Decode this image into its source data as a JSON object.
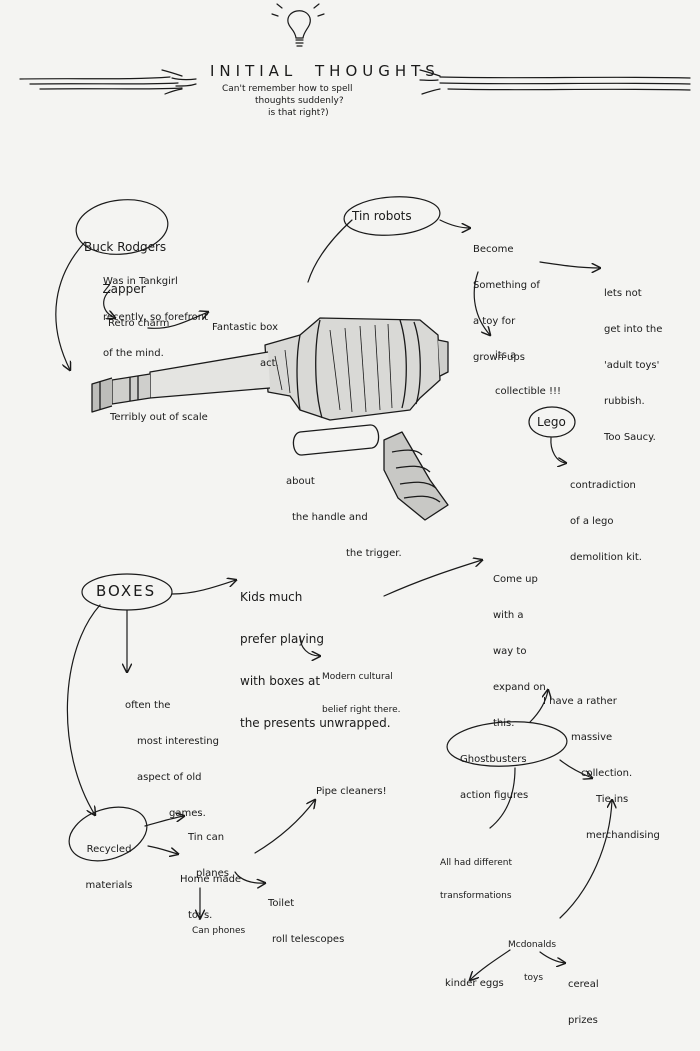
{
  "header": {
    "title_left": "INITIAL",
    "title_right": "THOUGHTS",
    "subtitle_lines": [
      "Can't remember how to spell",
      "thoughts suddenly?",
      "is that right?)"
    ]
  },
  "gun_notes": {
    "buck_rodgers": [
      "Buck Rodgers",
      "Zapper"
    ],
    "tankgirl": [
      "Was in Tankgirl",
      "recently, so forefront",
      "of the mind."
    ],
    "retro_charm": "Retro charm",
    "fantastic_box": [
      "Fantastic box",
      "act."
    ],
    "tin_robots": "Tin robots",
    "become_toy": [
      "Become",
      "Something of",
      "a toy for",
      "grown ups"
    ],
    "adult_toys": [
      "lets not",
      "get into the",
      "'adult toys'",
      "rubbish.",
      "Too Saucy."
    ],
    "collectible": [
      "its a",
      "collectible !!!"
    ],
    "out_of_scale": "Terribly out of scale",
    "handle_trigger": [
      "about",
      "the handle and",
      "the trigger."
    ]
  },
  "lego_notes": {
    "lego": "Lego",
    "contradiction": [
      "contradiction",
      "of a lego",
      "demolition kit."
    ]
  },
  "boxes_notes": {
    "boxes": "BOXES",
    "kids_prefer": [
      "Kids much",
      "prefer playing",
      "with boxes at",
      "the presents unwrapped."
    ],
    "come_up": [
      "Come up",
      "with a",
      "way to",
      "expand on",
      "this."
    ],
    "modern_belief": [
      "Modern cultural",
      "belief right there."
    ],
    "interesting": [
      "often the",
      "most interesting",
      "aspect of old",
      "games."
    ],
    "recycled": [
      "Recycled",
      "materials"
    ],
    "tin_can": [
      "Tin can",
      "planes"
    ],
    "home_made": [
      "Home made",
      "toys."
    ],
    "pipe_cleaners": "Pipe cleaners!",
    "toilet_roll": [
      "Toilet",
      "roll telescopes"
    ],
    "can_phones": "Can phones"
  },
  "ghostbusters_notes": {
    "rather_massive": [
      "I have a rather",
      "massive",
      "collection."
    ],
    "ghostbusters": [
      "Ghostbusters",
      "action figures"
    ],
    "tie_ins": [
      "Tie ins",
      "merchandising"
    ],
    "transformations": [
      "All had different",
      "transformations"
    ],
    "mcdonalds": [
      "Mcdonalds",
      "toys"
    ],
    "cereal": [
      "cereal",
      "prizes"
    ],
    "kinder": "kinder eggs"
  }
}
